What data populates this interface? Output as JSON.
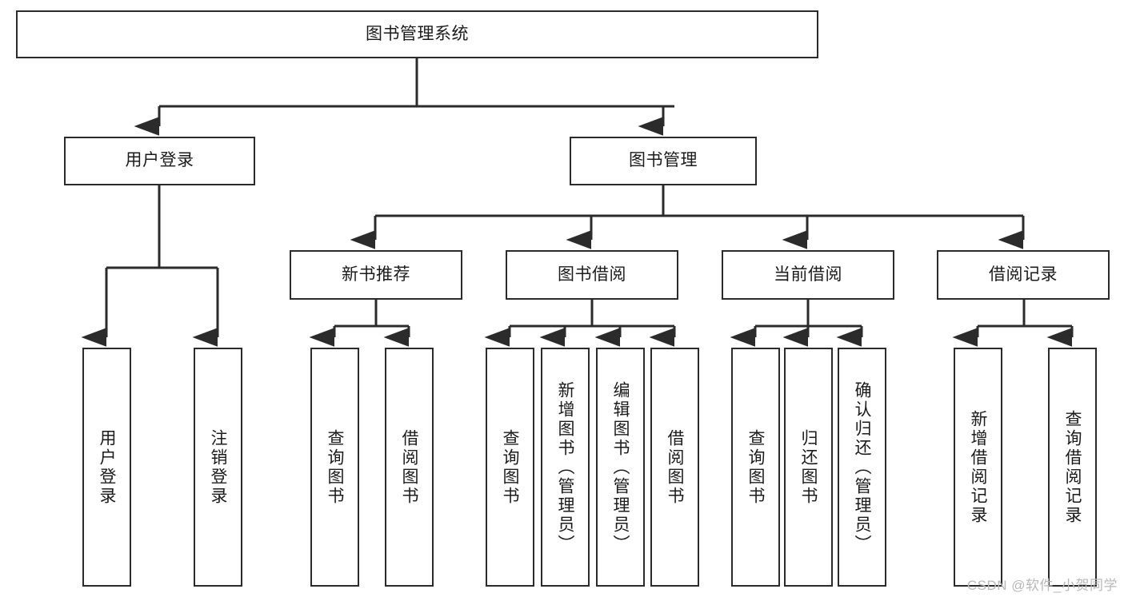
{
  "diagram": {
    "title": "图书管理系统",
    "type": "tree-hierarchy-diagram",
    "colors": {
      "box_border": "#2b2b2b",
      "box_fill": "#ffffff",
      "edge": "#2b2b2b",
      "text": "#1b1b1b",
      "watermark": "#b9b9b9"
    },
    "nodes": {
      "root": "图书管理系统",
      "level1": {
        "user_login": "用户登录",
        "book_management": "图书管理"
      },
      "level2": {
        "new_book_recommend": "新书推荐",
        "book_borrow": "图书借阅",
        "current_borrow": "当前借阅",
        "borrow_record": "借阅记录"
      },
      "leaves": {
        "user_login_1": "用户登录",
        "user_login_2": "注销登录",
        "new_book_1": "查询图书",
        "new_book_2": "借阅图书",
        "book_borrow_1": "查询图书",
        "book_borrow_2": "新增图书（管理员）",
        "book_borrow_3": "编辑图书（管理员）",
        "book_borrow_4": "借阅图书",
        "current_borrow_1": "查询图书",
        "current_borrow_2": "归还图书",
        "current_borrow_3": "确认归还（管理员）",
        "borrow_record_1": "新增借阅记录",
        "borrow_record_2": "查询借阅记录"
      }
    },
    "watermark": "CSDN @软件_小贺同学"
  }
}
